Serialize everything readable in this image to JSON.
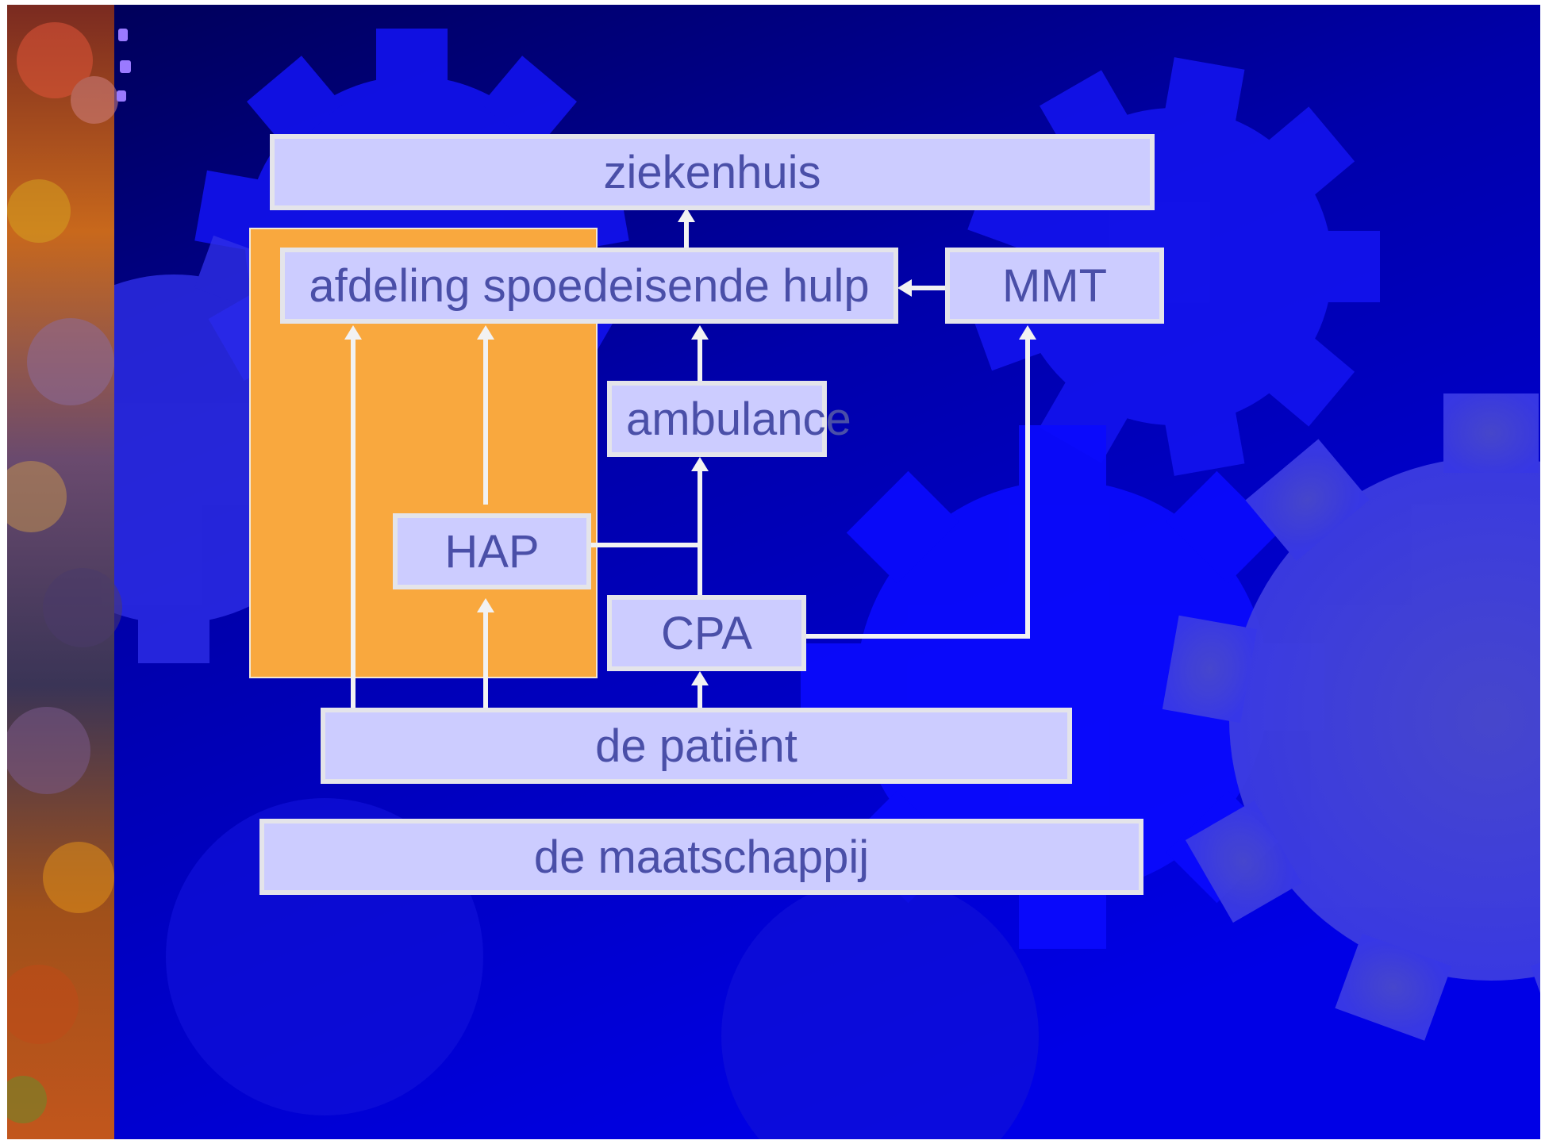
{
  "nodes": {
    "ziekenhuis": "ziekenhuis",
    "seh": "afdeling spoedeisende hulp",
    "mmt": "MMT",
    "ambulance": "ambulance",
    "hap": "HAP",
    "cpa": "CPA",
    "patient": "de patiënt",
    "maatschappij": "de maatschappij"
  },
  "colors": {
    "background_dark": "#000066",
    "background_mid": "#0000cc",
    "gear": "#1a1aff",
    "box_fill": "#ccccff",
    "box_border": "#e4e4ea",
    "box_text": "#4a4fa8",
    "highlight_orange": "#f9a83e",
    "connector": "#f2f2f2"
  }
}
